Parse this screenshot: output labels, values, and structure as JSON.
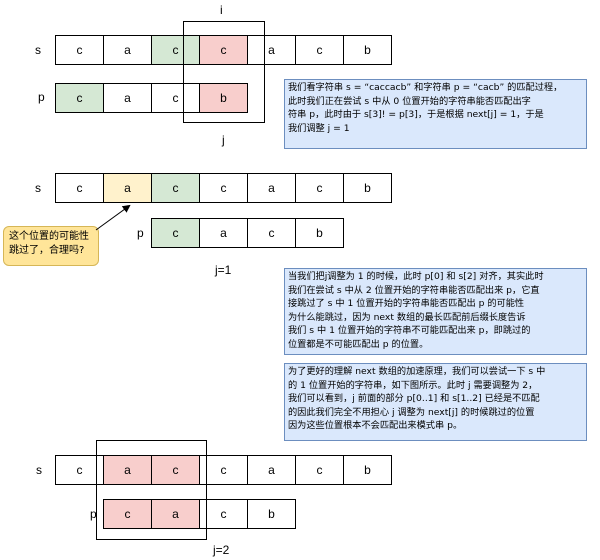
{
  "diagram1": {
    "s_label": "s",
    "p_label": "p",
    "i_label": "i",
    "j_label": "j",
    "s_cells": [
      "c",
      "a",
      "c",
      "c",
      "a",
      "c",
      "b"
    ],
    "p_cells": [
      "c",
      "a",
      "c",
      "b"
    ],
    "note": "我们看字符串 s = “caccacb” 和字符串 p = “cacb” 的匹配过程，\n此时我们正在尝试 s 中从 0 位置开始的字符串能否匹配出字\n符串 p，此时由于 s[3]! = p[3]，于是根据 next[j] = 1，于是\n我们调整 j = 1"
  },
  "diagram2": {
    "s_label": "s",
    "p_label": "p",
    "j_label": "j=1",
    "s_cells": [
      "c",
      "a",
      "c",
      "c",
      "a",
      "c",
      "b"
    ],
    "p_cells": [
      "c",
      "a",
      "c",
      "b"
    ],
    "callout": "这个位置的可能性\n跳过了，合理吗?",
    "note1": "当我们把j调整为 1 的时候，此时 p[0] 和 s[2] 对齐，其实此时\n我们在尝试 s 中从 2 位置开始的字符串能否匹配出来 p，它直\n接跳过了 s 中 1 位置开始的字符串能否匹配出 p 的可能性\n为什么能跳过，因为 next 数组的最长匹配前后缀长度告诉\n我们 s 中 1 位置开始的字符串不可能匹配出来 p，即跳过的\n位置都是不可能匹配出 p 的位置。",
    "note2": "为了更好的理解 next 数组的加速原理，我们可以尝试一下 s 中\n的 1 位置开始的字符串，如下图所示。此时 j 需要调整为 2，\n我们可以看到，j 前面的部分 p[0..1] 和 s[1..2] 已经是不匹配\n的因此我们完全不用担心 j 调整为 next[j] 的时候跳过的位置\n因为这些位置根本不会匹配出来模式串 p。"
  },
  "diagram3": {
    "s_label": "s",
    "p_label": "p",
    "j_label": "j=2",
    "s_cells": [
      "c",
      "a",
      "c",
      "c",
      "a",
      "c",
      "b"
    ],
    "p_cells": [
      "c",
      "a",
      "c",
      "b"
    ]
  }
}
